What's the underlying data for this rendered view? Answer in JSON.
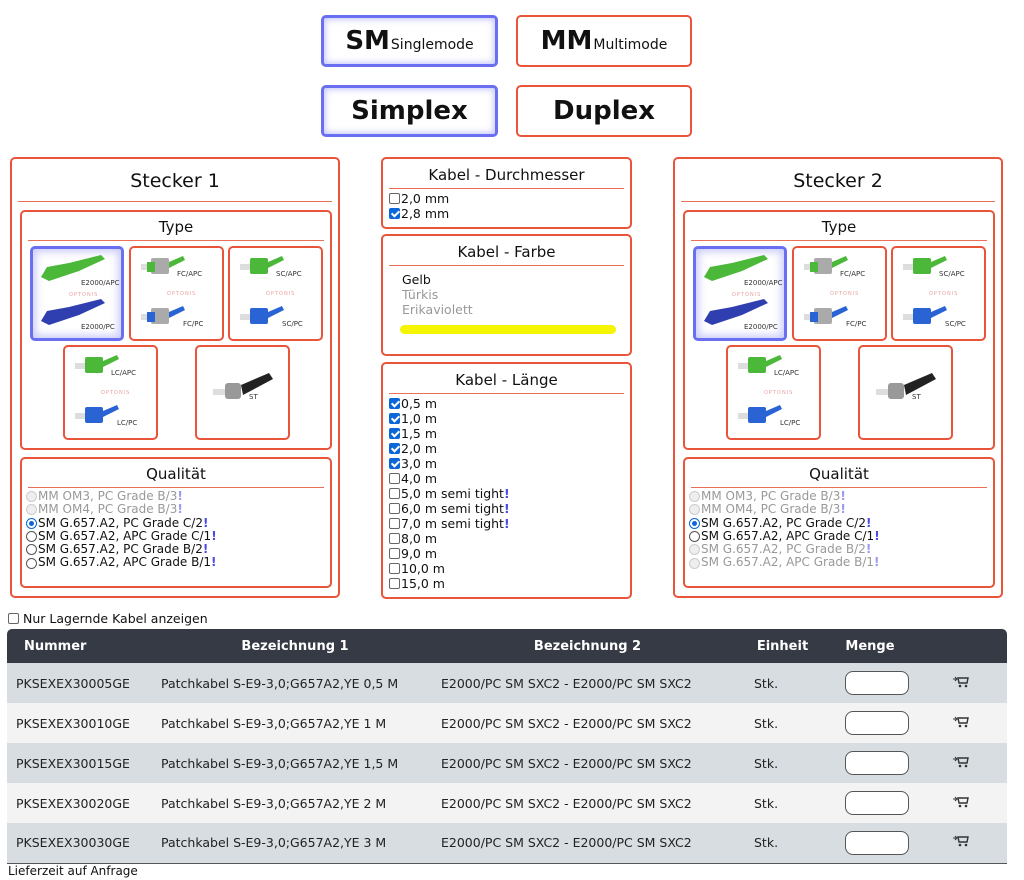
{
  "mode_buttons": [
    {
      "big": "SM",
      "small": "Singlemode",
      "selected": true
    },
    {
      "big": "MM",
      "small": "Multimode",
      "selected": false
    }
  ],
  "type_buttons": [
    {
      "label": "Simplex",
      "selected": true
    },
    {
      "label": "Duplex",
      "selected": false
    }
  ],
  "stecker1": {
    "title": "Stecker 1",
    "type_title": "Type",
    "connectors": [
      {
        "top": "E2000/APC",
        "bottom": "E2000/PC",
        "selected": true
      },
      {
        "top": "FC/APC",
        "bottom": "FC/PC",
        "selected": false
      },
      {
        "top": "SC/APC",
        "bottom": "SC/PC",
        "selected": false
      },
      {
        "top": "LC/APC",
        "bottom": "LC/PC",
        "selected": false
      },
      {
        "top": "ST",
        "bottom": "",
        "selected": false
      }
    ],
    "brand_mark": "OPTONIS",
    "quality_title": "Qualität",
    "quality": [
      {
        "label": "MM OM3, PC Grade B/3",
        "disabled": true,
        "checked": false
      },
      {
        "label": "MM OM4, PC Grade B/3",
        "disabled": true,
        "checked": false
      },
      {
        "label": "SM G.657.A2, PC Grade C/2",
        "disabled": false,
        "checked": true
      },
      {
        "label": "SM G.657.A2, APC Grade C/1",
        "disabled": false,
        "checked": false
      },
      {
        "label": "SM G.657.A2, PC Grade B/2",
        "disabled": false,
        "checked": false
      },
      {
        "label": "SM G.657.A2, APC Grade B/1",
        "disabled": false,
        "checked": false
      }
    ]
  },
  "stecker2": {
    "title": "Stecker 2",
    "type_title": "Type",
    "connectors": [
      {
        "top": "E2000/APC",
        "bottom": "E2000/PC",
        "selected": true
      },
      {
        "top": "FC/APC",
        "bottom": "FC/PC",
        "selected": false
      },
      {
        "top": "SC/APC",
        "bottom": "SC/PC",
        "selected": false
      },
      {
        "top": "LC/APC",
        "bottom": "LC/PC",
        "selected": false
      },
      {
        "top": "ST",
        "bottom": "",
        "selected": false
      }
    ],
    "brand_mark": "OPTONIS",
    "quality_title": "Qualität",
    "quality": [
      {
        "label": "MM OM3, PC Grade B/3",
        "disabled": true,
        "checked": false
      },
      {
        "label": "MM OM4, PC Grade B/3",
        "disabled": true,
        "checked": false
      },
      {
        "label": "SM G.657.A2, PC Grade C/2",
        "disabled": false,
        "checked": true
      },
      {
        "label": "SM G.657.A2, APC Grade C/1",
        "disabled": false,
        "checked": false
      },
      {
        "label": "SM G.657.A2, PC Grade B/2",
        "disabled": true,
        "checked": false
      },
      {
        "label": "SM G.657.A2, APC Grade B/1",
        "disabled": true,
        "checked": false
      }
    ]
  },
  "warn_mark": "!",
  "durchmesser": {
    "title": "Kabel - Durchmesser",
    "options": [
      {
        "label": "2,0 mm",
        "checked": false
      },
      {
        "label": "2,8 mm",
        "checked": true
      }
    ]
  },
  "farbe": {
    "title": "Kabel - Farbe",
    "options": [
      {
        "label": "Gelb",
        "active": true
      },
      {
        "label": "Türkis",
        "active": false
      },
      {
        "label": "Erikaviolett",
        "active": false
      }
    ],
    "swatch_color": "#f5f500"
  },
  "laenge": {
    "title": "Kabel - Länge",
    "options": [
      {
        "label": "0,5 m",
        "checked": true,
        "warn": false
      },
      {
        "label": "1,0 m",
        "checked": true,
        "warn": false
      },
      {
        "label": "1,5 m",
        "checked": true,
        "warn": false
      },
      {
        "label": "2,0 m",
        "checked": true,
        "warn": false
      },
      {
        "label": "3,0 m",
        "checked": true,
        "warn": false
      },
      {
        "label": "4,0 m",
        "checked": false,
        "warn": false
      },
      {
        "label": "5,0 m semi tight",
        "checked": false,
        "warn": true
      },
      {
        "label": "6,0 m semi tight",
        "checked": false,
        "warn": true
      },
      {
        "label": "7,0 m semi tight",
        "checked": false,
        "warn": true
      },
      {
        "label": "8,0 m",
        "checked": false,
        "warn": false
      },
      {
        "label": "9,0 m",
        "checked": false,
        "warn": false
      },
      {
        "label": "10,0 m",
        "checked": false,
        "warn": false
      },
      {
        "label": "15,0 m",
        "checked": false,
        "warn": false
      }
    ]
  },
  "stock_filter": {
    "label": "Nur Lagernde Kabel anzeigen",
    "checked": false
  },
  "table": {
    "headers": [
      "Nummer",
      "Bezeichnung 1",
      "Bezeichnung 2",
      "Einheit",
      "Menge",
      ""
    ],
    "rows": [
      {
        "nummer": "PKSEXEX30005GE",
        "bez1": "Patchkabel S-E9-3,0;G657A2,YE 0,5 M",
        "bez2": "E2000/PC SM SXC2 - E2000/PC SM SXC2",
        "einheit": "Stk.",
        "menge": ""
      },
      {
        "nummer": "PKSEXEX30010GE",
        "bez1": "Patchkabel S-E9-3,0;G657A2,YE 1 M",
        "bez2": "E2000/PC SM SXC2 - E2000/PC SM SXC2",
        "einheit": "Stk.",
        "menge": ""
      },
      {
        "nummer": "PKSEXEX30015GE",
        "bez1": "Patchkabel S-E9-3,0;G657A2,YE 1,5 M",
        "bez2": "E2000/PC SM SXC2 - E2000/PC SM SXC2",
        "einheit": "Stk.",
        "menge": ""
      },
      {
        "nummer": "PKSEXEX30020GE",
        "bez1": "Patchkabel S-E9-3,0;G657A2,YE 2 M",
        "bez2": "E2000/PC SM SXC2 - E2000/PC SM SXC2",
        "einheit": "Stk.",
        "menge": ""
      },
      {
        "nummer": "PKSEXEX30030GE",
        "bez1": "Patchkabel S-E9-3,0;G657A2,YE 3 M",
        "bez2": "E2000/PC SM SXC2 - E2000/PC SM SXC2",
        "einheit": "Stk.",
        "menge": ""
      }
    ]
  },
  "footer_note": "Lieferzeit auf Anfrage"
}
